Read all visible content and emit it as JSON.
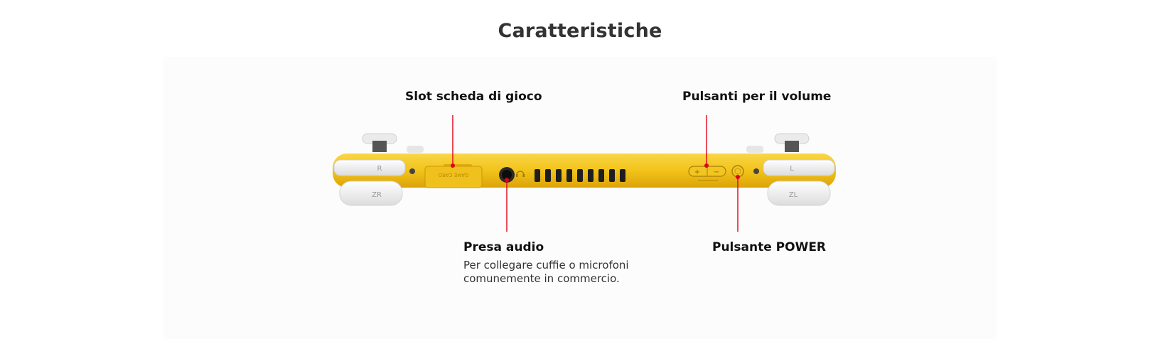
{
  "heading": "Caratteristiche",
  "device": {
    "card_slot_text": "GAME CARD",
    "left_top_button": "R",
    "left_bottom_button": "ZR",
    "right_top_button": "L",
    "right_bottom_button": "ZL",
    "volume_plus": "+",
    "volume_minus": "−"
  },
  "callouts": {
    "card_slot": {
      "label": "Slot scheda di gioco"
    },
    "volume": {
      "label": "Pulsanti per il volume"
    },
    "audio": {
      "label": "Presa audio",
      "description_line1": "Per collegare cuffie o microfoni",
      "description_line2": "comunemente in commercio."
    },
    "power": {
      "label": "Pulsante POWER"
    }
  },
  "colors": {
    "body_yellow": "#f2c31a",
    "body_shade": "#e0aa0a",
    "callout_red": "#e3001b",
    "button_white": "#f2f2f2"
  }
}
